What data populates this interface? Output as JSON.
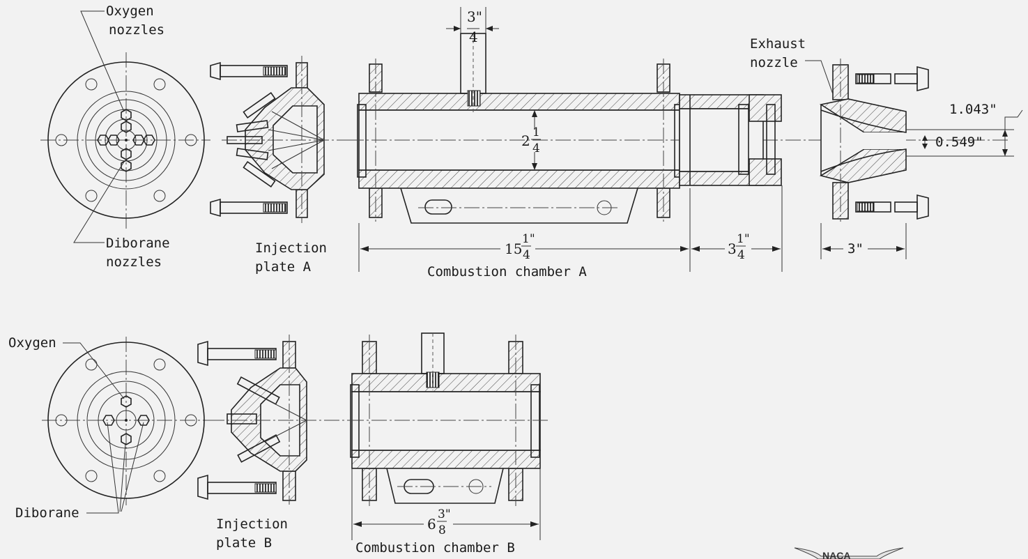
{
  "labels": {
    "oxygen_nozzles_1": "Oxygen",
    "oxygen_nozzles_2": "nozzles",
    "diborane_nozzles_1": "Diborane",
    "diborane_nozzles_2": "nozzles",
    "injection_a_1": "Injection",
    "injection_a_2": "plate A",
    "chamber_a": "Combustion chamber A",
    "exhaust_1": "Exhaust",
    "exhaust_2": "nozzle",
    "oxygen_b": "Oxygen",
    "diborane_b": "Diborane",
    "injection_b_1": "Injection",
    "injection_b_2": "plate B",
    "chamber_b": "Combustion chamber B",
    "logo": "NACA"
  },
  "dimensions": {
    "port_width": {
      "whole": "",
      "num": "3\"",
      "den": "4"
    },
    "inner_diameter": {
      "whole": "2",
      "num": "1",
      "den": "4"
    },
    "length_a": {
      "whole": "15",
      "num": "1\"",
      "den": "4"
    },
    "section_length": {
      "whole": "3",
      "num": "1\"",
      "den": "4"
    },
    "nozzle_length": "3\"",
    "exit_diameter": "1.043\"",
    "throat_diameter": "0.549\"",
    "length_b": {
      "whole": "6",
      "num": "3\"",
      "den": "8"
    }
  }
}
